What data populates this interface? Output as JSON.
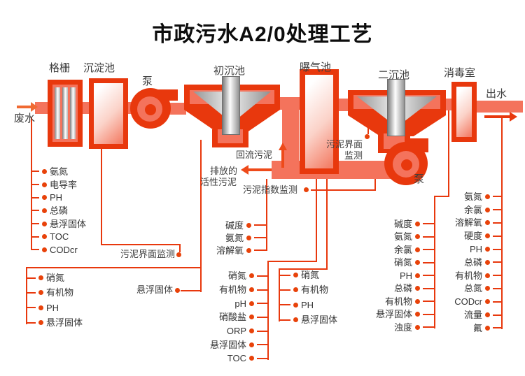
{
  "title": "市政污水A2/0处理工艺",
  "colors": {
    "structure_red": "#e8380d",
    "pipe_salmon": "#f4735c",
    "dot_orange": "#e8420a"
  },
  "stages": {
    "grid": "格栅",
    "sedimentation": "沉淀池",
    "pump1": "泵",
    "primary": "初沉池",
    "aeration": "曝气池",
    "secondary": "二沉池",
    "disinfection": "消毒室",
    "pump2": "泵"
  },
  "flows": {
    "influent": "废水",
    "effluent": "出水",
    "return_sludge": "回流污泥",
    "discharged_line1": "排放的",
    "discharged_line2": "活性污泥"
  },
  "monitors": {
    "sludge_interface_left": "污泥界面监测",
    "sludge_index": "污泥指数监测",
    "sludge_interface_right_line1": "污泥界面",
    "sludge_interface_right_line2": "监测",
    "primary_ss": "悬浮固体"
  },
  "lists": {
    "influent": {
      "items": [
        "氨氮",
        "电导率",
        "PH",
        "总磷",
        "悬浮固体",
        "TOC",
        "CODcr"
      ]
    },
    "after_sedimentation": {
      "items": [
        "硝氮",
        "有机物",
        "PH",
        "悬浮固体"
      ]
    },
    "return_line": {
      "items": [
        "碱度",
        "氨氮",
        "溶解氧"
      ]
    },
    "aeration_left": {
      "items": [
        "硝氮",
        "有机物",
        "pH",
        "硝酸盐",
        "ORP",
        "悬浮固体",
        "TOC"
      ]
    },
    "aeration_right": {
      "items": [
        "硝氮",
        "有机物",
        "PH",
        "悬浮固体"
      ]
    },
    "secondary_out": {
      "items": [
        "碱度",
        "氨氮",
        "余氯",
        "硝氮",
        "PH",
        "总磷",
        "有机物",
        "悬浮固体",
        "浊度"
      ]
    },
    "effluent": {
      "items": [
        "氨氮",
        "余氯",
        "溶解氧",
        "硬度",
        "PH",
        "总磷",
        "有机物",
        "总氮",
        "CODcr",
        "流量",
        "氟"
      ]
    }
  }
}
